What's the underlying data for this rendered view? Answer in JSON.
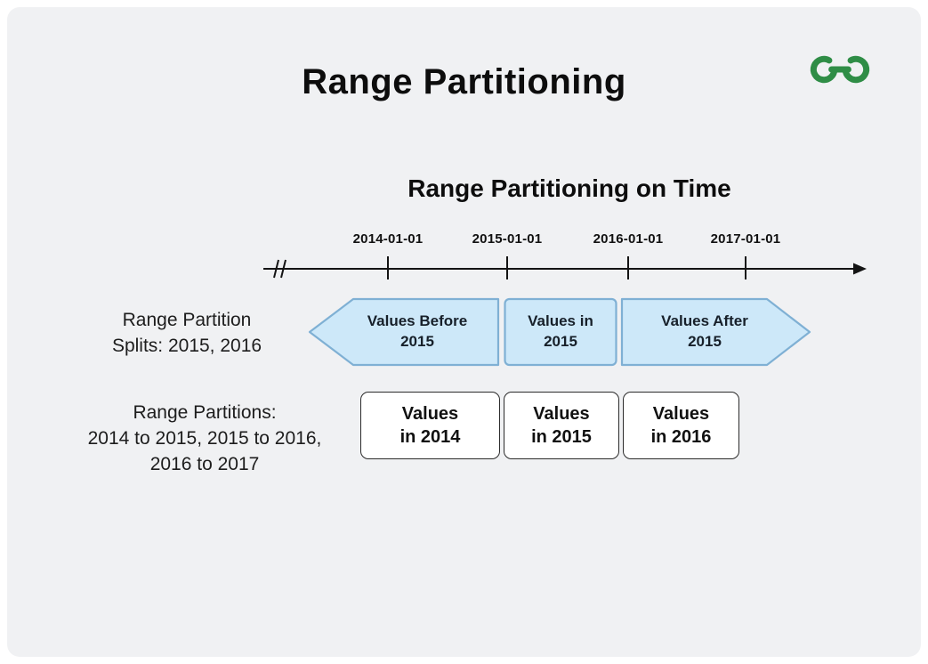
{
  "header": {
    "title": "Range Partitioning",
    "logo": "geeksforgeeks-logo",
    "logo_color": "#2f8d46"
  },
  "diagram": {
    "subtitle": "Range Partitioning on Time"
  },
  "timeline": {
    "ticks": [
      "2014-01-01",
      "2015-01-01",
      "2016-01-01",
      "2017-01-01"
    ],
    "axis_color": "#141414"
  },
  "splits": {
    "label": [
      "Range Partition",
      "Splits: 2015, 2016"
    ],
    "segments": [
      {
        "line1": "Values Before",
        "line2": "2015",
        "shape": "arrow-left"
      },
      {
        "line1": "Values in",
        "line2": "2015",
        "shape": "rect"
      },
      {
        "line1": "Values After",
        "line2": "2015",
        "shape": "arrow-right"
      }
    ],
    "fill_color": "#cde8f9",
    "border_color": "#7fb0d4"
  },
  "partitions": {
    "label": [
      "Range Partitions:",
      "2014 to 2015, 2015 to 2016,",
      "2016 to 2017"
    ],
    "boxes": [
      {
        "line1": "Values",
        "line2": "in 2014"
      },
      {
        "line1": "Values",
        "line2": "in 2015"
      },
      {
        "line1": "Values",
        "line2": "in 2016"
      }
    ],
    "border_color": "#2b2b2b"
  }
}
